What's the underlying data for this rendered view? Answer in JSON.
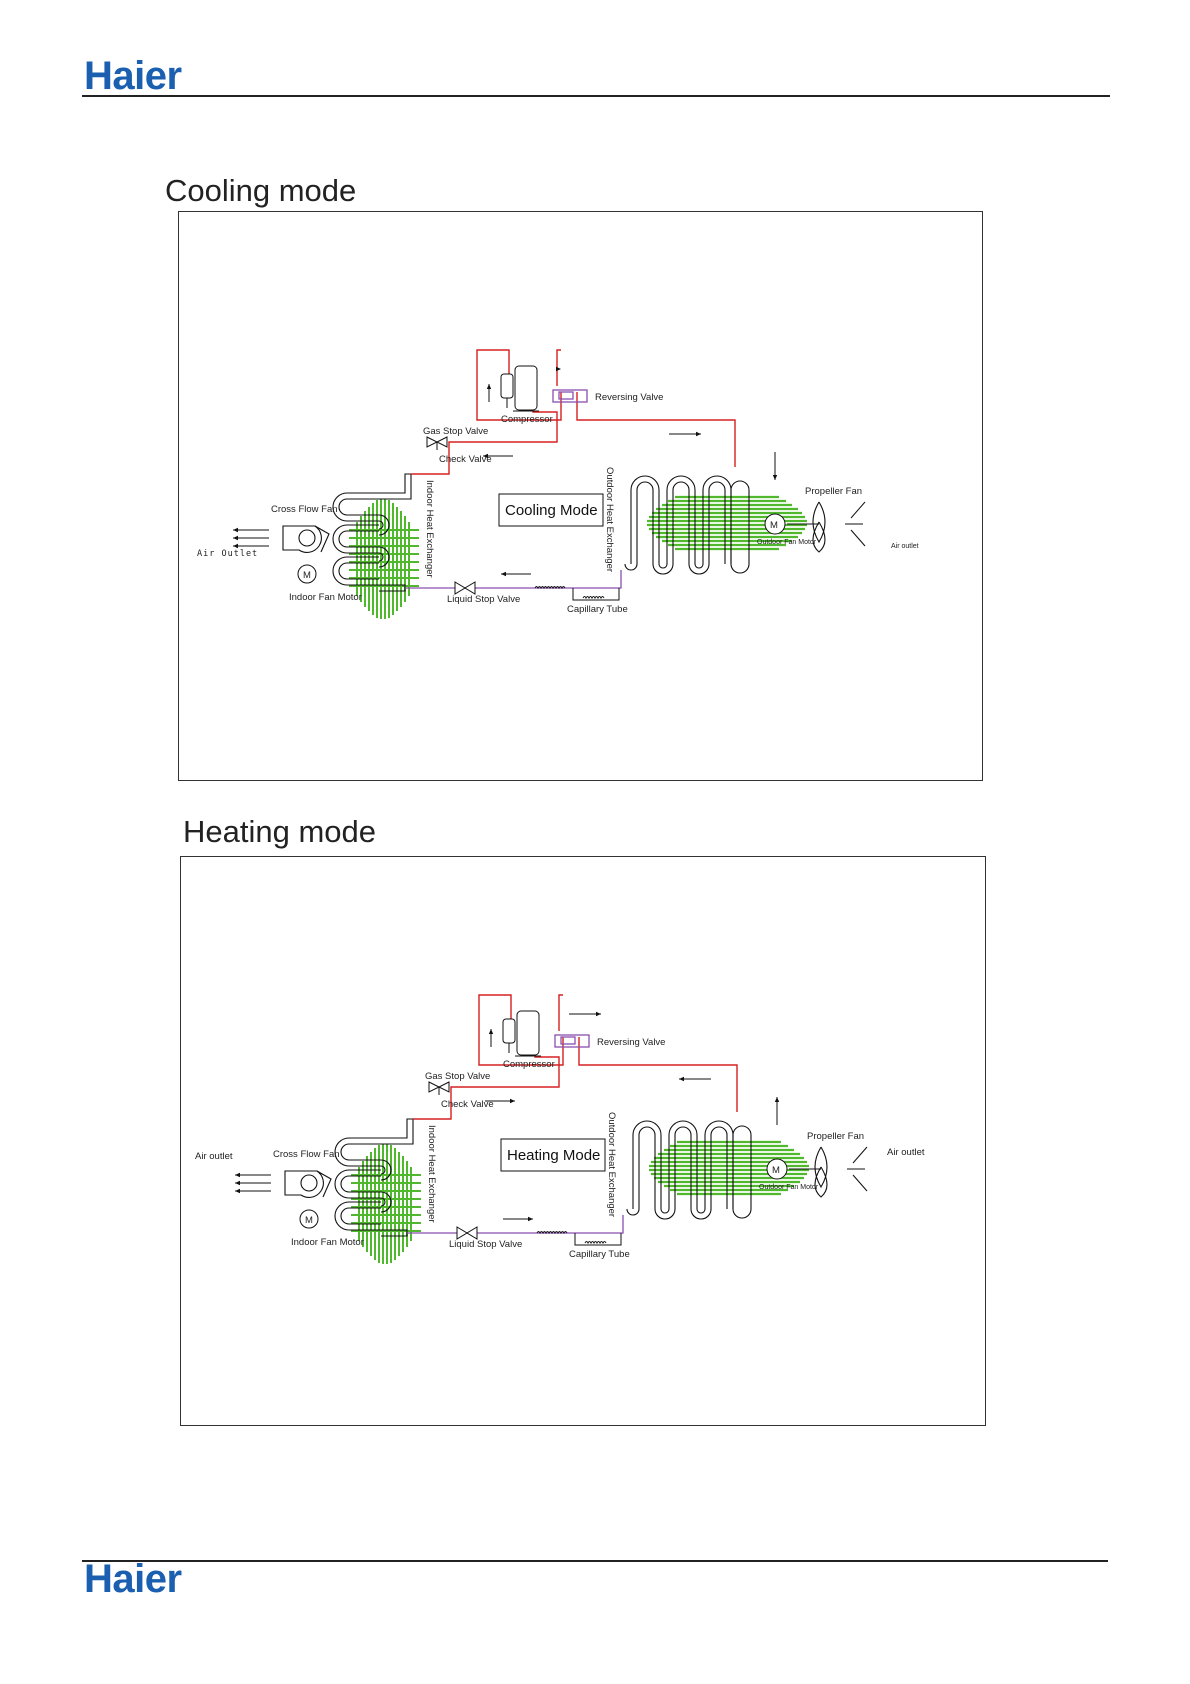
{
  "header": {
    "logo_text": "Haier"
  },
  "footer": {
    "logo_text": "Haier"
  },
  "colors": {
    "brand": "#1a5fb0",
    "refrigerant_hot": "#d62020",
    "refrigerant_liquid": "#8a4fb0",
    "coil_fins": "#4fb82c"
  },
  "diagrams": [
    {
      "section_title": "Cooling mode",
      "mode_label": "Cooling Mode",
      "labels": {
        "reversing_valve": "Reversing Valve",
        "compressor": "Compressor",
        "gas_stop_valve": "Gas Stop Valve",
        "check_valve": "Check Valve",
        "indoor_heat_exchanger": "Indoor Heat Exchanger",
        "outdoor_heat_exchanger": "Outdoor Heat Exchanger",
        "cross_flow_fan": "Cross Flow Fan",
        "indoor_air_outlet": "Air Outlet",
        "indoor_fan_motor": "Indoor Fan Motor",
        "liquid_stop_valve": "Liquid Stop Valve",
        "capillary_tube": "Capillary Tube",
        "propeller_fan": "Propeller Fan",
        "outdoor_fan_motor": "Outdoor Fan Motor",
        "outdoor_air_outlet": "Air outlet",
        "motor_symbol": "M"
      }
    },
    {
      "section_title": "Heating mode",
      "mode_label": "Heating Mode",
      "labels": {
        "reversing_valve": "Reversing Valve",
        "compressor": "Compressor",
        "gas_stop_valve": "Gas Stop Valve",
        "check_valve": "Check Valve",
        "indoor_heat_exchanger": "Indoor Heat Exchanger",
        "outdoor_heat_exchanger": "Outdoor Heat Exchanger",
        "cross_flow_fan": "Cross Flow Fan",
        "indoor_air_outlet": "Air outlet",
        "indoor_fan_motor": "Indoor Fan Motor",
        "liquid_stop_valve": "Liquid Stop Valve",
        "capillary_tube": "Capillary Tube",
        "propeller_fan": "Propeller Fan",
        "outdoor_fan_motor": "Outdoor Fan Motor",
        "outdoor_air_outlet": "Air outlet",
        "motor_symbol": "M"
      }
    }
  ]
}
